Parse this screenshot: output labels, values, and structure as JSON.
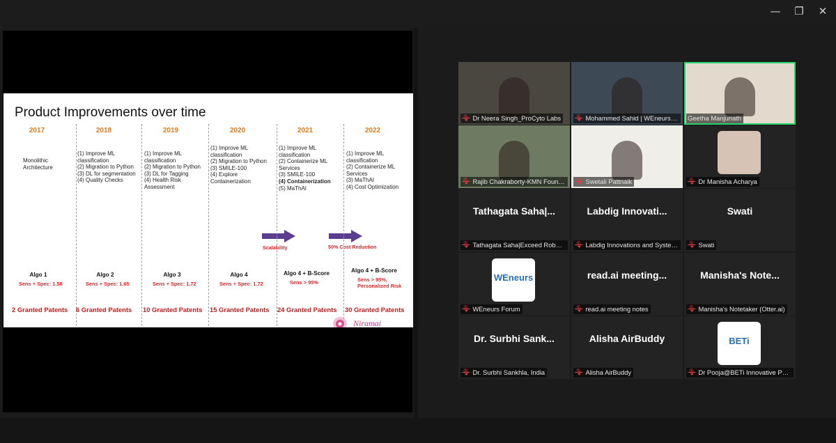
{
  "window": {
    "min_icon": "minimize-icon",
    "max_icon": "restore-icon",
    "close_icon": "close-icon"
  },
  "slide": {
    "title": "Product Improvements over time",
    "logo_text": "Niramai",
    "columns": [
      {
        "year": "2017",
        "items": [
          "Monolithic",
          "Architecture"
        ],
        "algo": "Algo 1",
        "sens": [
          "Sens + Spec: 1.58"
        ],
        "patents": "2 Granted Patents"
      },
      {
        "year": "2018",
        "items": [
          "(1) Improve ML",
          "classification",
          "(2) Migration to Python",
          "(3) DL for segmentation",
          "(4) Quality Checks"
        ],
        "algo": "Algo 2",
        "sens": [
          "Sens + Spec: 1.65"
        ],
        "patents": "6 Granted Patents"
      },
      {
        "year": "2019",
        "items": [
          "(1) Improve ML",
          "classification",
          "(2) Migration to Python",
          "(3) DL for Tagging",
          "(4) Health Risk",
          "Assessment"
        ],
        "algo": "Algo 3",
        "sens": [
          "Sens + Spec: 1.72"
        ],
        "patents": "10 Granted Patents"
      },
      {
        "year": "2020",
        "items": [
          "(1) Improve ML",
          "classification",
          "(2) Migration to Python",
          "(3) SMILE-100",
          "(4) Explore",
          "Containerization"
        ],
        "algo": "Algo 4",
        "sens": [
          "Sens + Spec: 1.72"
        ],
        "patents": "15 Granted Patents"
      },
      {
        "year": "2021",
        "items": [
          "(1) Improve ML",
          "classification",
          "(2) Containerize ML",
          "Services",
          "(3) SMILE-100",
          "(4) Containerization",
          "(5) MaThAI"
        ],
        "algo": "Algo 4 + B-Score",
        "sens": [
          "Sens > 95%"
        ],
        "patents": "24 Granted Patents"
      },
      {
        "year": "2022",
        "items": [
          "(1) Improve ML",
          "classification",
          "(2) Containerize ML",
          "Services",
          "(3) MaThAI",
          "(4) Cost Optimization"
        ],
        "algo": "Algo 4 + B-Score",
        "sens": [
          "Sens > 95%,",
          "Personalized Risk"
        ],
        "patents": "30 Granted Patents"
      }
    ],
    "arrow1_label": "Scalability",
    "arrow2_label": "50% Cost Reduction",
    "colors": {
      "year": "#e07a1f",
      "sens": "#e02525",
      "patents": "#c11f1f",
      "arrow": "#5b3d8f"
    }
  },
  "participants": [
    {
      "display": "",
      "label": "Dr Neera Singh_ProCyto Labs",
      "muted": true,
      "video": true
    },
    {
      "display": "",
      "label": "Mohammed Sahid | WEneurs F...",
      "muted": true,
      "video": true
    },
    {
      "display": "",
      "label": "Geetha Manjunath",
      "muted": false,
      "video": true,
      "active": true
    },
    {
      "display": "",
      "label": "Rajib Chakraborty-KMN Found...",
      "muted": true,
      "video": true
    },
    {
      "display": "",
      "label": "Swetali Pattnaik",
      "muted": true,
      "video": true
    },
    {
      "display": "",
      "label": "Dr Manisha Acharya",
      "muted": true,
      "video": false,
      "avatar": true
    },
    {
      "display": "Tathagata Saha|...",
      "label": "Tathagata Saha|Exceed Robotics",
      "muted": true
    },
    {
      "display": "Labdig Innovati...",
      "label": "Labdig Innovations and System...",
      "muted": true
    },
    {
      "display": "Swati",
      "label": "Swati",
      "muted": true
    },
    {
      "display": "",
      "label": "WEneurs Forum",
      "muted": true,
      "avatar": true,
      "avatar_text": "WEneurs"
    },
    {
      "display": "read.ai meeting...",
      "label": "read.ai meeting notes",
      "muted": true
    },
    {
      "display": "Manisha's Note...",
      "label": "Manisha's Notetaker (Otter.ai)",
      "muted": true
    },
    {
      "display": "Dr. Surbhi Sank...",
      "label": "Dr. Surbhi Sankhla, India",
      "muted": true
    },
    {
      "display": "Alisha AirBuddy",
      "label": "Alisha AirBuddy",
      "muted": true
    },
    {
      "display": "",
      "label": "Dr Pooja@BETi Innovative Pvt. ...",
      "muted": true,
      "avatar": true,
      "avatar_text": "BETi"
    }
  ]
}
